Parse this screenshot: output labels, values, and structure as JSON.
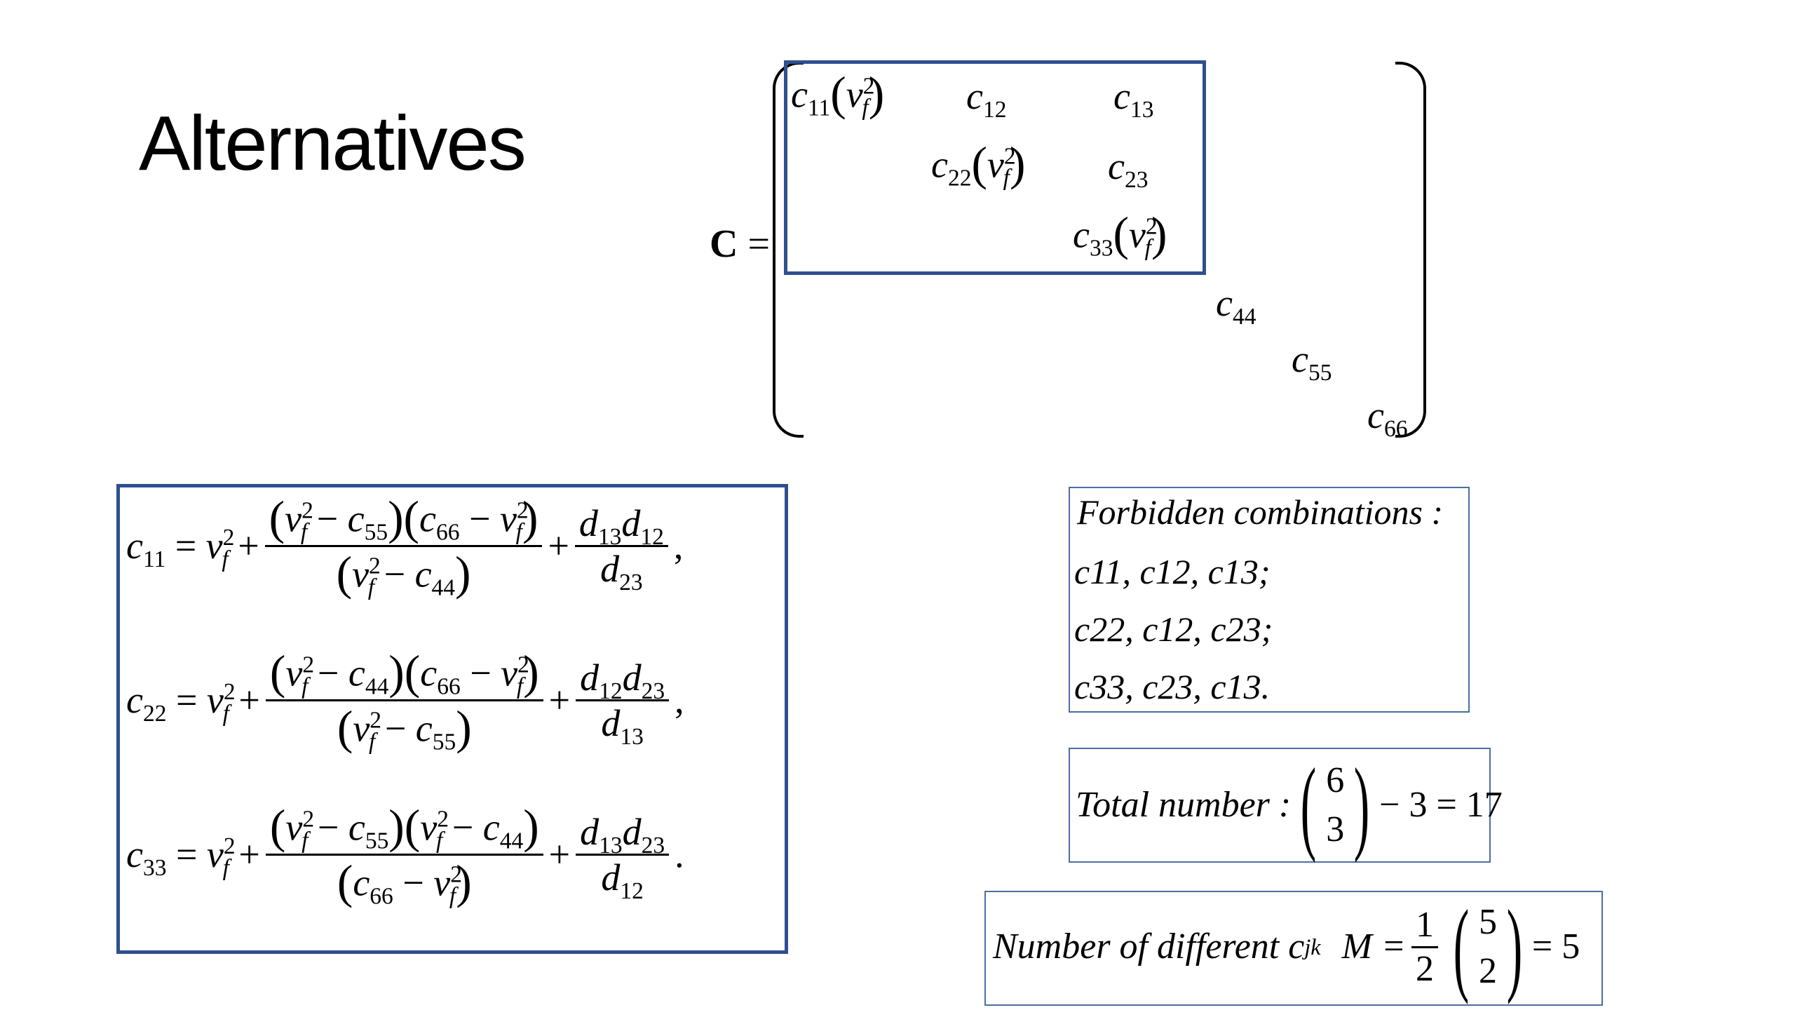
{
  "title": "Alternatives",
  "matrix": {
    "lhs": "C",
    "eq": "=",
    "c11": "c",
    "c11_sub": "11",
    "c12": "c",
    "c12_sub": "12",
    "c13": "c",
    "c13_sub": "13",
    "c22": "c",
    "c22_sub": "22",
    "c23": "c",
    "c23_sub": "23",
    "c33": "c",
    "c33_sub": "33",
    "c44": "c",
    "c44_sub": "44",
    "c55": "c",
    "c55_sub": "55",
    "c66": "c",
    "c66_sub": "66",
    "v": "v",
    "v_sub": "f",
    "v_sup": "2"
  },
  "forbidden": {
    "heading": "Forbidden combinations :",
    "line1": "c11, c12, c13;",
    "line2": "c22, c12, c23;",
    "line3": "c33, c23, c13."
  },
  "total": {
    "label": "Total number :",
    "top": "6",
    "bottom": "3",
    "rest": "− 3 = 17"
  },
  "different": {
    "label": "Number of different c",
    "label_sub": "jk",
    "m": "M =",
    "half_num": "1",
    "half_den": "2",
    "top": "5",
    "bottom": "2",
    "rest": "= 5"
  },
  "equations": {
    "punct1": ",",
    "punct2": ",",
    "punct3": "."
  },
  "colors": {
    "box_border": "#2f4f8f",
    "thin_border": "#4a6fa0"
  }
}
